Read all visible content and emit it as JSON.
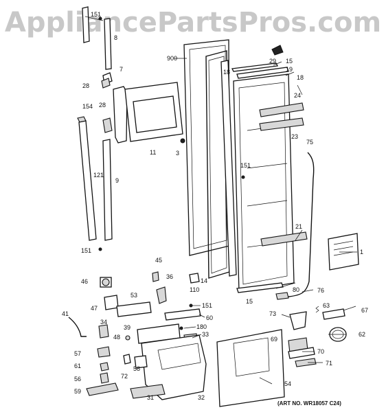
{
  "watermark": "AppliancePartsPros.com",
  "art_number": "(ART NO. WR18057 C24)",
  "labels": [
    {
      "id": "151a",
      "text": "151"
    },
    {
      "id": "8",
      "text": "8"
    },
    {
      "id": "900",
      "text": "900"
    },
    {
      "id": "29",
      "text": "29"
    },
    {
      "id": "15a",
      "text": "15"
    },
    {
      "id": "19",
      "text": "19"
    },
    {
      "id": "18a",
      "text": "18"
    },
    {
      "id": "18b",
      "text": "18"
    },
    {
      "id": "7",
      "text": "7"
    },
    {
      "id": "28a",
      "text": "28"
    },
    {
      "id": "24",
      "text": "24"
    },
    {
      "id": "154",
      "text": "154"
    },
    {
      "id": "28b",
      "text": "28"
    },
    {
      "id": "23",
      "text": "23"
    },
    {
      "id": "11",
      "text": "11"
    },
    {
      "id": "3",
      "text": "3"
    },
    {
      "id": "75",
      "text": "75"
    },
    {
      "id": "151b",
      "text": "151"
    },
    {
      "id": "121",
      "text": "121"
    },
    {
      "id": "9",
      "text": "9"
    },
    {
      "id": "21",
      "text": "21"
    },
    {
      "id": "1",
      "text": "1"
    },
    {
      "id": "151c",
      "text": "151"
    },
    {
      "id": "45",
      "text": "45"
    },
    {
      "id": "14",
      "text": "14"
    },
    {
      "id": "36",
      "text": "36"
    },
    {
      "id": "46",
      "text": "46"
    },
    {
      "id": "80",
      "text": "80"
    },
    {
      "id": "76",
      "text": "76"
    },
    {
      "id": "110",
      "text": "110"
    },
    {
      "id": "53",
      "text": "53"
    },
    {
      "id": "15b",
      "text": "15"
    },
    {
      "id": "151d",
      "text": "151"
    },
    {
      "id": "47",
      "text": "47"
    },
    {
      "id": "63",
      "text": "63"
    },
    {
      "id": "67",
      "text": "67"
    },
    {
      "id": "41",
      "text": "41"
    },
    {
      "id": "73",
      "text": "73"
    },
    {
      "id": "60",
      "text": "60"
    },
    {
      "id": "34",
      "text": "34"
    },
    {
      "id": "39",
      "text": "39"
    },
    {
      "id": "180",
      "text": "180"
    },
    {
      "id": "48",
      "text": "48"
    },
    {
      "id": "33",
      "text": "33"
    },
    {
      "id": "62",
      "text": "62"
    },
    {
      "id": "69",
      "text": "69"
    },
    {
      "id": "57",
      "text": "57"
    },
    {
      "id": "70",
      "text": "70"
    },
    {
      "id": "61",
      "text": "61"
    },
    {
      "id": "71",
      "text": "71"
    },
    {
      "id": "72",
      "text": "72"
    },
    {
      "id": "58",
      "text": "58"
    },
    {
      "id": "56",
      "text": "56"
    },
    {
      "id": "54",
      "text": "54"
    },
    {
      "id": "59",
      "text": "59"
    },
    {
      "id": "31",
      "text": "31"
    },
    {
      "id": "32",
      "text": "32"
    }
  ]
}
